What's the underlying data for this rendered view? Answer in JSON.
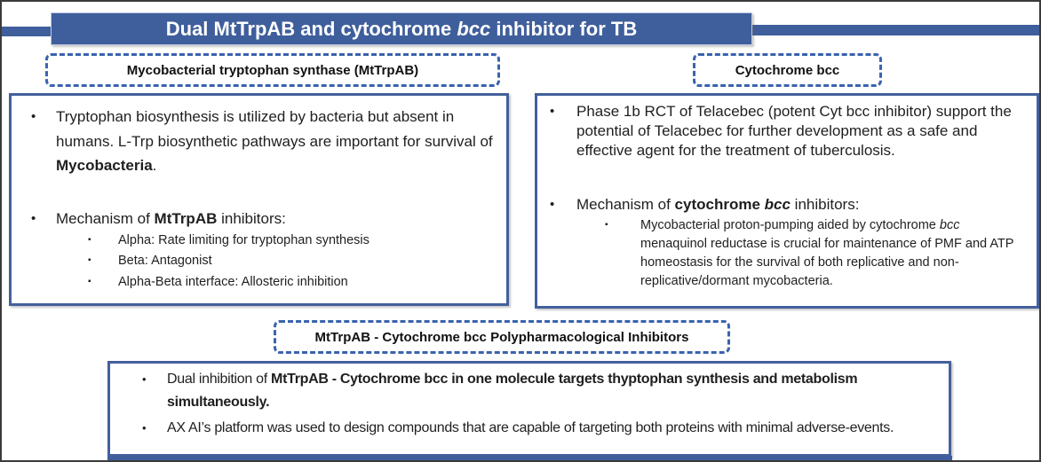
{
  "colors": {
    "bar_blue": "#3f5e9c",
    "solid_border": "#44609c",
    "dashed_border": "#3a63ae",
    "body_text": "#1f1f1f",
    "title_text": "#ffffff",
    "canvas_border": "#3b3b3b"
  },
  "glyphs": {
    "bullet": "•",
    "sub_bullet": "▪"
  },
  "title": {
    "s": [
      {
        "t": "Dual MtTrpAB and cytochrome "
      },
      {
        "t": "bcc",
        "i": true
      },
      {
        "t": " inhibitor for TB"
      }
    ]
  },
  "left_section": {
    "header": "Mycobacterial tryptophan synthase (MtTrpAB)",
    "bullet1": {
      "s": [
        {
          "t": "Tryptophan biosynthesis is utilized by bacteria but absent in humans. L-Trp biosynthetic pathways are important for survival of "
        },
        {
          "t": "Mycobacteria",
          "b": true
        },
        {
          "t": "."
        }
      ]
    },
    "bullet2": {
      "s": [
        {
          "t": "Mechanism of "
        },
        {
          "t": "MtTrpAB",
          "b": true
        },
        {
          "t": " inhibitors:"
        }
      ]
    },
    "sub_bullets": [
      "Alpha: Rate limiting for tryptophan synthesis",
      "Beta: Antagonist",
      "Alpha-Beta interface: Allosteric inhibition"
    ]
  },
  "right_section": {
    "header": "Cytochrome bcc",
    "bullet1": {
      "s": [
        {
          "t": "Phase 1b RCT of Telacebec (potent Cyt bcc inhibitor) support the potential of Telacebec for further development as a safe and effective agent for the treatment of tuberculosis."
        }
      ]
    },
    "bullet2": {
      "s": [
        {
          "t": "Mechanism of "
        },
        {
          "t": "cytochrome ",
          "b": true
        },
        {
          "t": "bcc",
          "b": true,
          "i": true
        },
        {
          "t": " inhibitors:"
        }
      ]
    },
    "sub_bullet": {
      "s": [
        {
          "t": "Mycobacterial proton-pumping aided by cytochrome "
        },
        {
          "t": "bcc",
          "i": true
        },
        {
          "t": " menaquinol reductase  is crucial for maintenance of PMF and ATP homeostasis for the survival of both replicative and non-replicative/dormant mycobacteria."
        }
      ]
    }
  },
  "bottom_section": {
    "header": "MtTrpAB - Cytochrome bcc Polypharmacological Inhibitors",
    "bullet1": {
      "s": [
        {
          "t": "Dual inhibition of "
        },
        {
          "t": "MtTrpAB - Cytochrome bcc  in one molecule targets thyptophan synthesis and metabolism simultaneously.",
          "b": true
        }
      ]
    },
    "bullet2": {
      "s": [
        {
          "t": "AX AI’s platform was used to design compounds that are capable of targeting both proteins with minimal adverse-events."
        }
      ]
    }
  }
}
